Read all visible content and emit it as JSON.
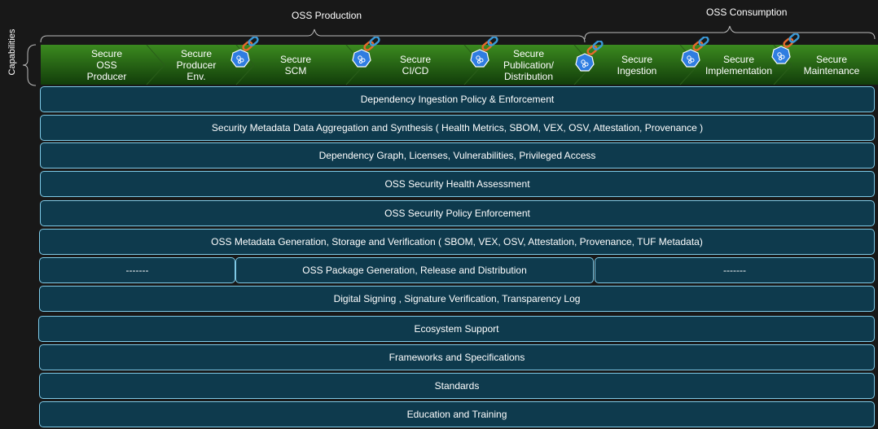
{
  "groups": {
    "production": "OSS Production",
    "consumption": "OSS Consumption",
    "capabilities": "Capabilities"
  },
  "stages": [
    {
      "label": "Secure\nOSS\nProducer",
      "has_icon": false
    },
    {
      "label": "Secure\nProducer\nEnv.",
      "has_icon": false
    },
    {
      "label": "Secure\nSCM",
      "has_icon": true
    },
    {
      "label": "Secure\nCI/CD",
      "has_icon": true
    },
    {
      "label": "Secure\nPublication/\nDistribution",
      "has_icon": true
    },
    {
      "label": "Secure\nIngestion",
      "has_icon": true
    },
    {
      "label": "Secure\nImplementation",
      "has_icon": true
    },
    {
      "label": "Secure\nMaintenance",
      "has_icon": true
    }
  ],
  "rows": [
    "Dependency Ingestion Policy & Enforcement",
    "Security Metadata Data Aggregation and Synthesis ( Health Metrics, SBOM, VEX, OSV,  Attestation, Provenance )",
    "Dependency Graph, Licenses, Vulnerabilities, Privileged Access",
    "OSS Security Health Assessment",
    "OSS Security Policy Enforcement",
    "OSS Metadata Generation, Storage and Verification ( SBOM, VEX, OSV,  Attestation, Provenance, TUF Metadata)"
  ],
  "split_row": {
    "left": "-------",
    "center": "OSS Package Generation, Release and Distribution",
    "right": "-------"
  },
  "rows_bottom": [
    "Digital Signing , Signature Verification, Transparency Log",
    "Ecosystem Support",
    "Frameworks and Specifications",
    "Standards",
    "Education and Training"
  ],
  "colors": {
    "background": "#181818",
    "stage_top": "#3b8a1f",
    "stage_bottom": "#123d0a",
    "row_fill": "#0e3a4d",
    "row_border": "#7ec9e6",
    "icon_blue": "#2f7de1",
    "chain_orange": "#e86a2c",
    "chain_blue": "#3a9ad9"
  }
}
